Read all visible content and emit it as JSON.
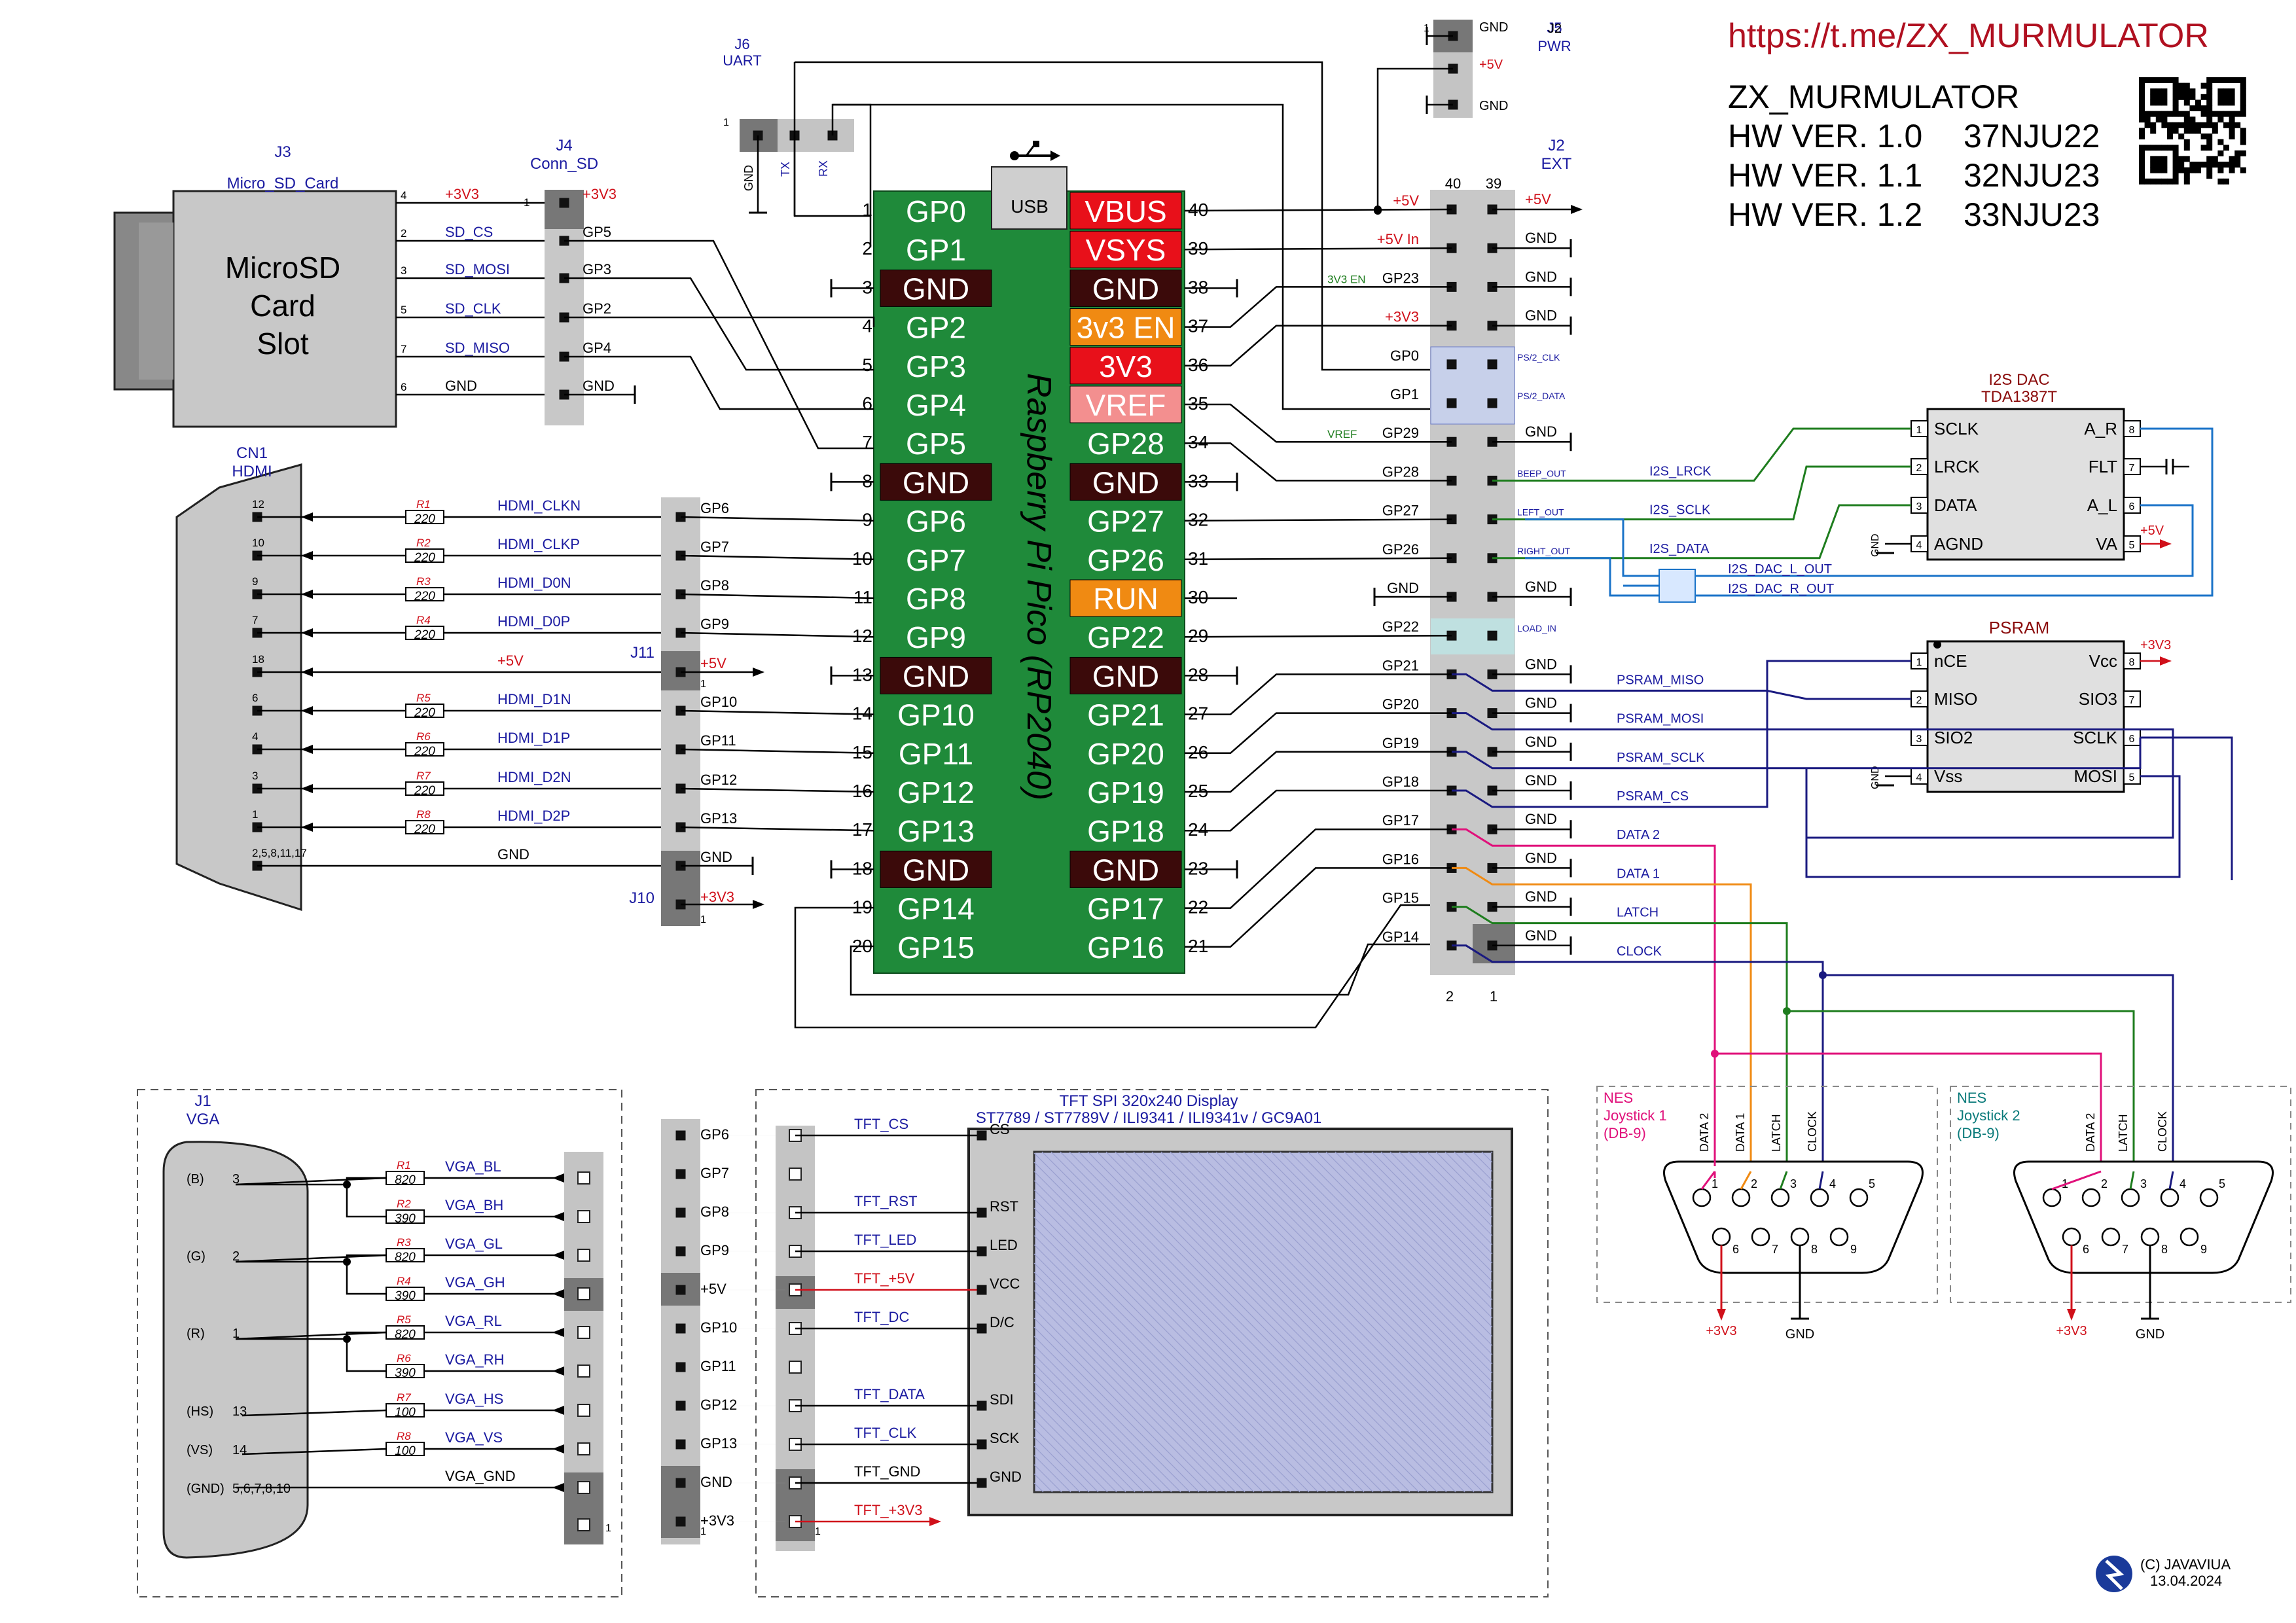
{
  "header": {
    "url": "https://t.me/ZX_MURMULATOR",
    "title": "ZX_MURMULATOR",
    "versions": [
      {
        "hw": "HW VER. 1.0",
        "code": "37NJU22"
      },
      {
        "hw": "HW VER. 1.1",
        "code": "32NJU23"
      },
      {
        "hw": "HW VER. 1.2",
        "code": "33NJU23"
      }
    ]
  },
  "footer": {
    "copyright": "(C) JAVAVIUA",
    "date": "13.04.2024"
  },
  "pico": {
    "name": "Raspberry Pi Pico  (RP2040)",
    "usb": "USB",
    "left": [
      {
        "n": "1",
        "l": "GP0",
        "t": "gp"
      },
      {
        "n": "2",
        "l": "GP1",
        "t": "gp"
      },
      {
        "n": "3",
        "l": "GND",
        "t": "gnd"
      },
      {
        "n": "4",
        "l": "GP2",
        "t": "gp"
      },
      {
        "n": "5",
        "l": "GP3",
        "t": "gp"
      },
      {
        "n": "6",
        "l": "GP4",
        "t": "gp"
      },
      {
        "n": "7",
        "l": "GP5",
        "t": "gp"
      },
      {
        "n": "8",
        "l": "GND",
        "t": "gnd"
      },
      {
        "n": "9",
        "l": "GP6",
        "t": "gp"
      },
      {
        "n": "10",
        "l": "GP7",
        "t": "gp"
      },
      {
        "n": "11",
        "l": "GP8",
        "t": "gp"
      },
      {
        "n": "12",
        "l": "GP9",
        "t": "gp"
      },
      {
        "n": "13",
        "l": "GND",
        "t": "gnd"
      },
      {
        "n": "14",
        "l": "GP10",
        "t": "gp"
      },
      {
        "n": "15",
        "l": "GP11",
        "t": "gp"
      },
      {
        "n": "16",
        "l": "GP12",
        "t": "gp"
      },
      {
        "n": "17",
        "l": "GP13",
        "t": "gp"
      },
      {
        "n": "18",
        "l": "GND",
        "t": "gnd"
      },
      {
        "n": "19",
        "l": "GP14",
        "t": "gp"
      },
      {
        "n": "20",
        "l": "GP15",
        "t": "gp"
      }
    ],
    "right": [
      {
        "n": "40",
        "l": "VBUS",
        "t": "pwr"
      },
      {
        "n": "39",
        "l": "VSYS",
        "t": "pwr"
      },
      {
        "n": "38",
        "l": "GND",
        "t": "gnd"
      },
      {
        "n": "37",
        "l": "3v3 EN",
        "t": "ctl"
      },
      {
        "n": "36",
        "l": "3V3",
        "t": "pwr"
      },
      {
        "n": "35",
        "l": "VREF",
        "t": "vref"
      },
      {
        "n": "34",
        "l": "GP28",
        "t": "gp"
      },
      {
        "n": "33",
        "l": "GND",
        "t": "gnd"
      },
      {
        "n": "32",
        "l": "GP27",
        "t": "gp"
      },
      {
        "n": "31",
        "l": "GP26",
        "t": "gp"
      },
      {
        "n": "30",
        "l": "RUN",
        "t": "ctl"
      },
      {
        "n": "29",
        "l": "GP22",
        "t": "gp"
      },
      {
        "n": "28",
        "l": "GND",
        "t": "gnd"
      },
      {
        "n": "27",
        "l": "GP21",
        "t": "gp"
      },
      {
        "n": "26",
        "l": "GP20",
        "t": "gp"
      },
      {
        "n": "25",
        "l": "GP19",
        "t": "gp"
      },
      {
        "n": "24",
        "l": "GP18",
        "t": "gp"
      },
      {
        "n": "23",
        "l": "GND",
        "t": "gnd"
      },
      {
        "n": "22",
        "l": "GP17",
        "t": "gp"
      },
      {
        "n": "21",
        "l": "GP16",
        "t": "gp"
      }
    ]
  },
  "j6": {
    "ref": "J6",
    "name": "UART",
    "pins": [
      "GND",
      "TX",
      "RX"
    ],
    "pin1": "1"
  },
  "j5": {
    "ref": "J5",
    "name": "PWR",
    "pins": [
      "GND",
      "+5V",
      "GND"
    ],
    "pin1": "1"
  },
  "j3": {
    "ref": "J3",
    "name": "Micro_SD_Card",
    "slot": [
      "MicroSD",
      "Card",
      "Slot"
    ],
    "pins": [
      "4",
      "2",
      "3",
      "5",
      "7",
      "6"
    ],
    "nets": [
      "+3V3",
      "SD_CS",
      "SD_MOSI",
      "SD_CLK",
      "SD_MISO",
      "GND"
    ]
  },
  "j4": {
    "ref": "J4",
    "name": "Conn_SD",
    "pin1": "1",
    "pins": [
      "+3V3",
      "GP5",
      "GP3",
      "GP2",
      "GP4",
      "GND"
    ]
  },
  "cn1": {
    "ref": "CN1",
    "name": "HDMI",
    "pins": [
      "12",
      "10",
      "9",
      "7",
      "18",
      "6",
      "4",
      "3",
      "1",
      "2,5,8,11,17"
    ],
    "res": [
      "R1",
      "R2",
      "R3",
      "R4",
      "",
      "R5",
      "R6",
      "R7",
      "R8",
      ""
    ],
    "values": [
      "220",
      "220",
      "220",
      "220",
      "",
      "220",
      "220",
      "220",
      "220",
      ""
    ],
    "nets": [
      "HDMI_CLKN",
      "HDMI_CLKP",
      "HDMI_D0N",
      "HDMI_D0P",
      "+5V",
      "HDMI_D1N",
      "HDMI_D1P",
      "HDMI_D2N",
      "HDMI_D2P",
      "GND"
    ],
    "gp": [
      "GP6",
      "GP7",
      "GP8",
      "GP9",
      "+5V",
      "GP10",
      "GP11",
      "GP12",
      "GP13",
      "GND"
    ]
  },
  "j11": {
    "ref": "J11",
    "pin1": "1"
  },
  "j10": {
    "ref": "J10",
    "net": "+3V3",
    "pin1": "1"
  },
  "j2": {
    "ref": "J2",
    "name": "EXT",
    "col_a": "40",
    "col_b": "39",
    "bot_a": "2",
    "bot_b": "1",
    "rows": [
      {
        "l": "+5V",
        "r": "+5V",
        "lab": ""
      },
      {
        "l": "+5V In",
        "r": "GND",
        "lab": ""
      },
      {
        "l": "GP23",
        "r": "GND",
        "lab": "3V3 EN"
      },
      {
        "l": "+3V3",
        "r": "GND",
        "lab": ""
      },
      {
        "l": "GP0",
        "r": "PS/2_CLK",
        "lab": ""
      },
      {
        "l": "GP1",
        "r": "PS/2_DATA",
        "lab": ""
      },
      {
        "l": "GP29",
        "r": "GND",
        "lab": "VREF"
      },
      {
        "l": "GP28",
        "r": "BEEP_OUT",
        "lab": ""
      },
      {
        "l": "GP27",
        "r": "LEFT_OUT",
        "lab": ""
      },
      {
        "l": "GP26",
        "r": "RIGHT_OUT",
        "lab": ""
      },
      {
        "l": "GND",
        "r": "GND",
        "lab": ""
      },
      {
        "l": "GP22",
        "r": "LOAD_IN",
        "lab": ""
      },
      {
        "l": "GP21",
        "r": "GND",
        "lab": ""
      },
      {
        "l": "GP20",
        "r": "GND",
        "lab": ""
      },
      {
        "l": "GP19",
        "r": "GND",
        "lab": ""
      },
      {
        "l": "GP18",
        "r": "GND",
        "lab": ""
      },
      {
        "l": "GP17",
        "r": "GND",
        "lab": ""
      },
      {
        "l": "GP16",
        "r": "GND",
        "lab": ""
      },
      {
        "l": "GP15",
        "r": "GND",
        "lab": ""
      },
      {
        "l": "GP14",
        "r": "GND",
        "lab": ""
      }
    ]
  },
  "dac": {
    "title": "I2S  DAC",
    "part": "TDA1387T",
    "left": [
      {
        "n": "1",
        "l": "SCLK"
      },
      {
        "n": "2",
        "l": "LRCK"
      },
      {
        "n": "3",
        "l": "DATA"
      },
      {
        "n": "4",
        "l": "AGND"
      }
    ],
    "right": [
      {
        "n": "8",
        "l": "A_R"
      },
      {
        "n": "7",
        "l": "FLT"
      },
      {
        "n": "6",
        "l": "A_L"
      },
      {
        "n": "5",
        "l": "VA"
      }
    ],
    "gnd": "GND",
    "vcc": "+5V",
    "nets": [
      "I2S_LRCK",
      "I2S_SCLK",
      "I2S_DATA"
    ],
    "out": [
      "I2S_DAC_L_OUT",
      "I2S_DAC_R_OUT"
    ]
  },
  "psram": {
    "title": "PSRAM",
    "left": [
      {
        "n": "1",
        "l": "nCE"
      },
      {
        "n": "2",
        "l": "MISO"
      },
      {
        "n": "3",
        "l": "SIO2"
      },
      {
        "n": "4",
        "l": "Vss"
      }
    ],
    "right": [
      {
        "n": "8",
        "l": "Vcc"
      },
      {
        "n": "7",
        "l": "SIO3"
      },
      {
        "n": "6",
        "l": "SCLK"
      },
      {
        "n": "5",
        "l": "MOSI"
      }
    ],
    "gnd": "GND",
    "vcc": "+3V3",
    "nets": [
      "PSRAM_MISO",
      "PSRAM_MOSI",
      "PSRAM_SCLK",
      "PSRAM_CS"
    ]
  },
  "joy_nets": [
    "DATA 2",
    "DATA 1",
    "LATCH",
    "CLOCK"
  ],
  "nes1": {
    "t1": "NES",
    "t2": "Joystick 1",
    "t3": "(DB-9)",
    "labels": [
      "DATA 2",
      "DATA 1",
      "LATCH",
      "CLOCK"
    ],
    "top": [
      "1",
      "2",
      "3",
      "4",
      "5"
    ],
    "bot": [
      "6",
      "7",
      "8",
      "9"
    ],
    "vcc": "+3V3",
    "gnd": "GND"
  },
  "nes2": {
    "t1": "NES",
    "t2": "Joystick 2",
    "t3": "(DB-9)",
    "labels": [
      "DATA 2",
      "LATCH",
      "CLOCK"
    ],
    "top": [
      "1",
      "2",
      "3",
      "4",
      "5"
    ],
    "bot": [
      "6",
      "7",
      "8",
      "9"
    ],
    "vcc": "+3V3",
    "gnd": "GND"
  },
  "vga": {
    "ref": "J1",
    "name": "VGA",
    "rows": [
      {
        "sig": "(B)",
        "pin": "3",
        "r": "R1",
        "v": "820",
        "net": "VGA_BL"
      },
      {
        "sig": "",
        "pin": "",
        "r": "R2",
        "v": "390",
        "net": "VGA_BH"
      },
      {
        "sig": "(G)",
        "pin": "2",
        "r": "R3",
        "v": "820",
        "net": "VGA_GL"
      },
      {
        "sig": "",
        "pin": "",
        "r": "R4",
        "v": "390",
        "net": "VGA_GH"
      },
      {
        "sig": "(R)",
        "pin": "1",
        "r": "R5",
        "v": "820",
        "net": "VGA_RL"
      },
      {
        "sig": "",
        "pin": "",
        "r": "R6",
        "v": "390",
        "net": "VGA_RH"
      },
      {
        "sig": "(HS)",
        "pin": "13",
        "r": "R7",
        "v": "100",
        "net": "VGA_HS"
      },
      {
        "sig": "(VS)",
        "pin": "14",
        "r": "R8",
        "v": "100",
        "net": "VGA_VS"
      },
      {
        "sig": "(GND)",
        "pin": "5,6,7,8,10",
        "r": "",
        "v": "",
        "net": "VGA_GND"
      }
    ],
    "pin1": "1"
  },
  "mid_header": [
    "GP6",
    "GP7",
    "GP8",
    "GP9",
    "+5V",
    "GP10",
    "GP11",
    "GP12",
    "GP13",
    "GND",
    "+3V3"
  ],
  "mid_pin1": "1",
  "tft": {
    "title": "TFT SPI 320x240 Display",
    "sub": "ST7789 / ST7789V / ILI9341 / ILI9341v / GC9A01",
    "nets": [
      "TFT_CS",
      "",
      "TFT_RST",
      "TFT_LED",
      "TFT_+5V",
      "TFT_DC",
      "",
      "TFT_DATA",
      "TFT_CLK",
      "TFT_GND",
      "TFT_+3V3"
    ],
    "pins": [
      "CS",
      "",
      "RST",
      "LED",
      "VCC",
      "D/C",
      "",
      "SDI",
      "SCK",
      "GND",
      ""
    ],
    "pin1": "1"
  },
  "colors": {
    "board": "#1f8a3a",
    "gp": "#1f8a3a",
    "gnd": "#3b0a0a",
    "pwr": "#e8101a",
    "ctl": "#f08a12",
    "vref": "#f38f8f",
    "net": "#1a1aa0",
    "red": "#d0101a",
    "green": "#1e7d1e",
    "blue": "#1a73c8",
    "navy": "#1a1a80",
    "magenta": "#e0107a",
    "orange": "#f08a12"
  }
}
